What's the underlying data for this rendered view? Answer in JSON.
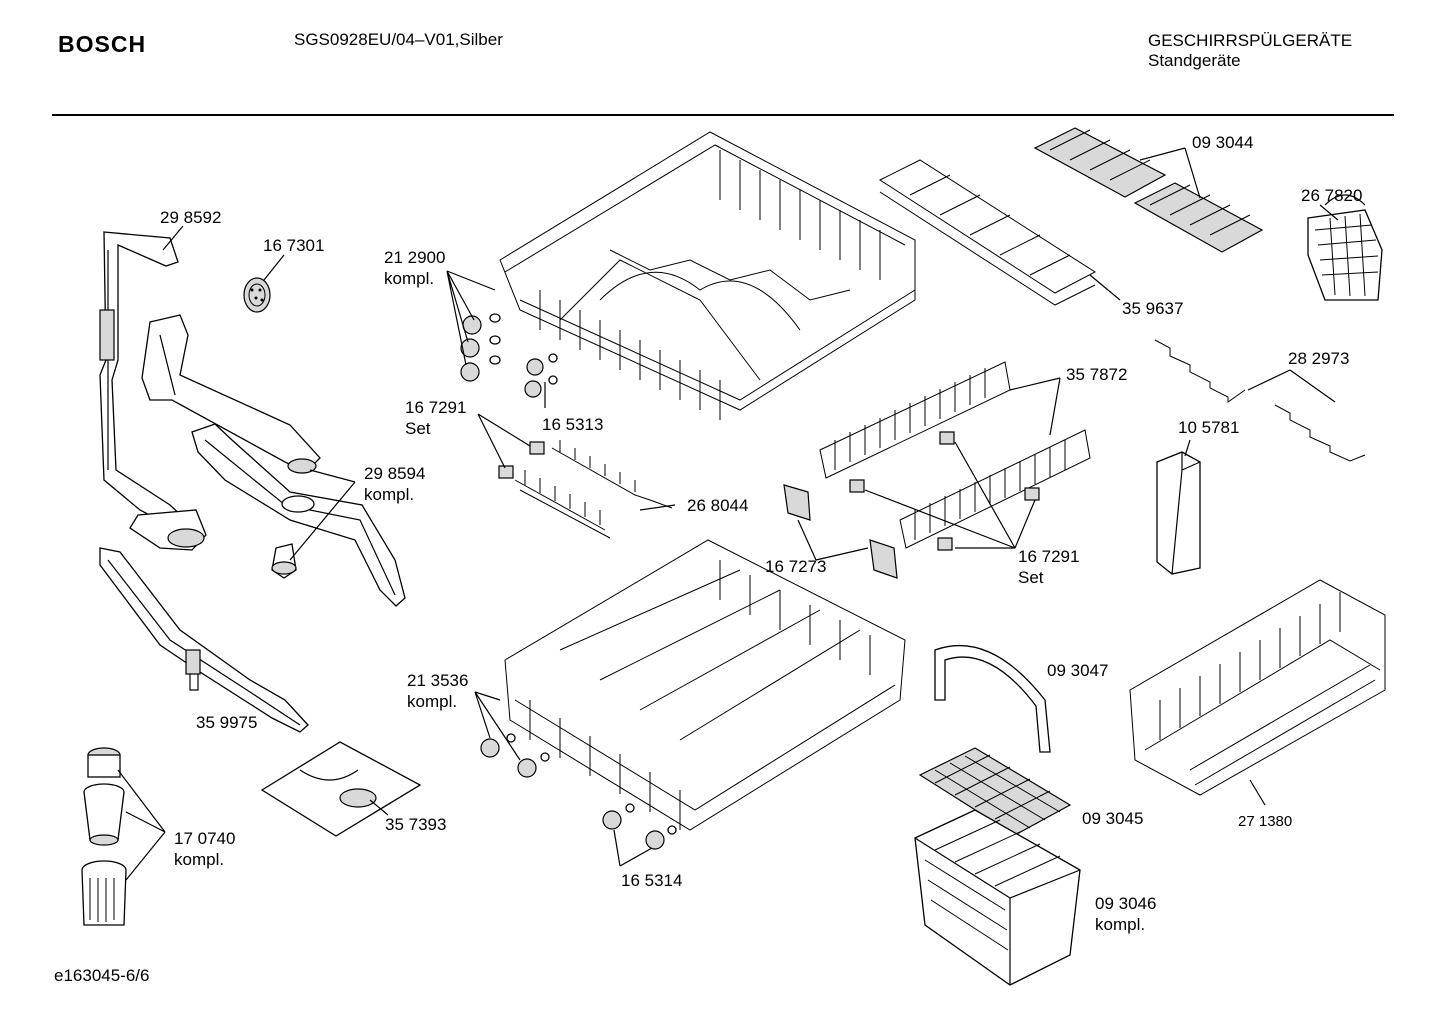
{
  "header": {
    "brand": "BOSCH",
    "model": "SGS0928EU/04–V01,Silber",
    "category_line1": "GESCHIRRSPÜLGERÄTE",
    "category_line2": "Standgeräte"
  },
  "footer": {
    "ref": "e163045-6/6"
  },
  "callouts": {
    "c298592": "29 8592",
    "c167301": "16 7301",
    "c212900a": "21 2900",
    "c212900b": "kompl.",
    "c930444": "09 3044",
    "c267820": "26 7820",
    "c359637": "35 9637",
    "c282973": "28 2973",
    "c357872": "35 7872",
    "c167291a": "16 7291",
    "c167291b": "Set",
    "c165313": "16 5313",
    "c105781": "10 5781",
    "c298594a": "29 8594",
    "c298594b": "kompl.",
    "c268044": "26 8044",
    "c167273": "16 7273",
    "c167291c": "16 7291",
    "c167291d": "Set",
    "c093047": "09 3047",
    "c213536a": "21 3536",
    "c213536b": "kompl.",
    "c359975": "35 9975",
    "c093045": "09 3045",
    "c271380": "27 1380",
    "c357393": "35 7393",
    "c170740a": "17 0740",
    "c170740b": "kompl.",
    "c165314": "16 5314",
    "c093046a": "09 3046",
    "c093046b": "kompl."
  }
}
